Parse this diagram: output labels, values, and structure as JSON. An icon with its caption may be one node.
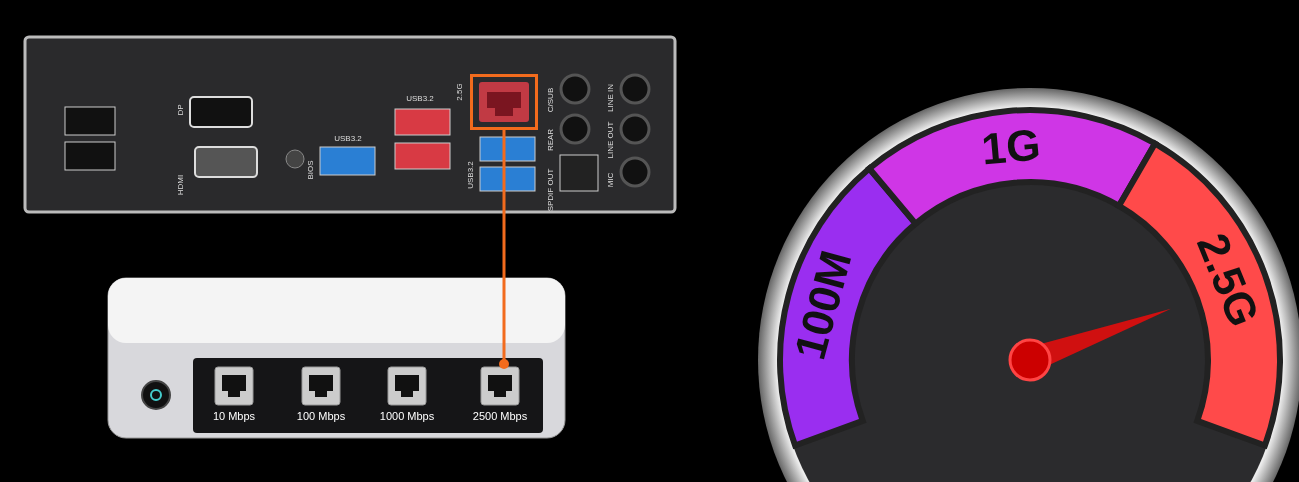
{
  "diagram": {
    "nodes": [
      {
        "text": [],
        "shape": "picture",
        "beside": [
          "2.5G"
        ]
      },
      {
        "text": [
          "2500 Mbps"
        ]
      }
    ],
    "edges": [
      {
        "from": 0,
        "to": 1,
        "arrow": "other",
        "color": "#f26b1d"
      }
    ],
    "labels": [
      "DP",
      "HDMI",
      "BIOS",
      "USB3.2",
      "USB3.2",
      "USB3.2",
      "C/SUB",
      "REAR",
      "SPDIF OUT",
      "LINE IN",
      "LINE OUT",
      "MIC",
      "10 Mbps",
      "100 Mbps",
      "1000 Mbps",
      "100M",
      "1G",
      "2.5G"
    ]
  }
}
